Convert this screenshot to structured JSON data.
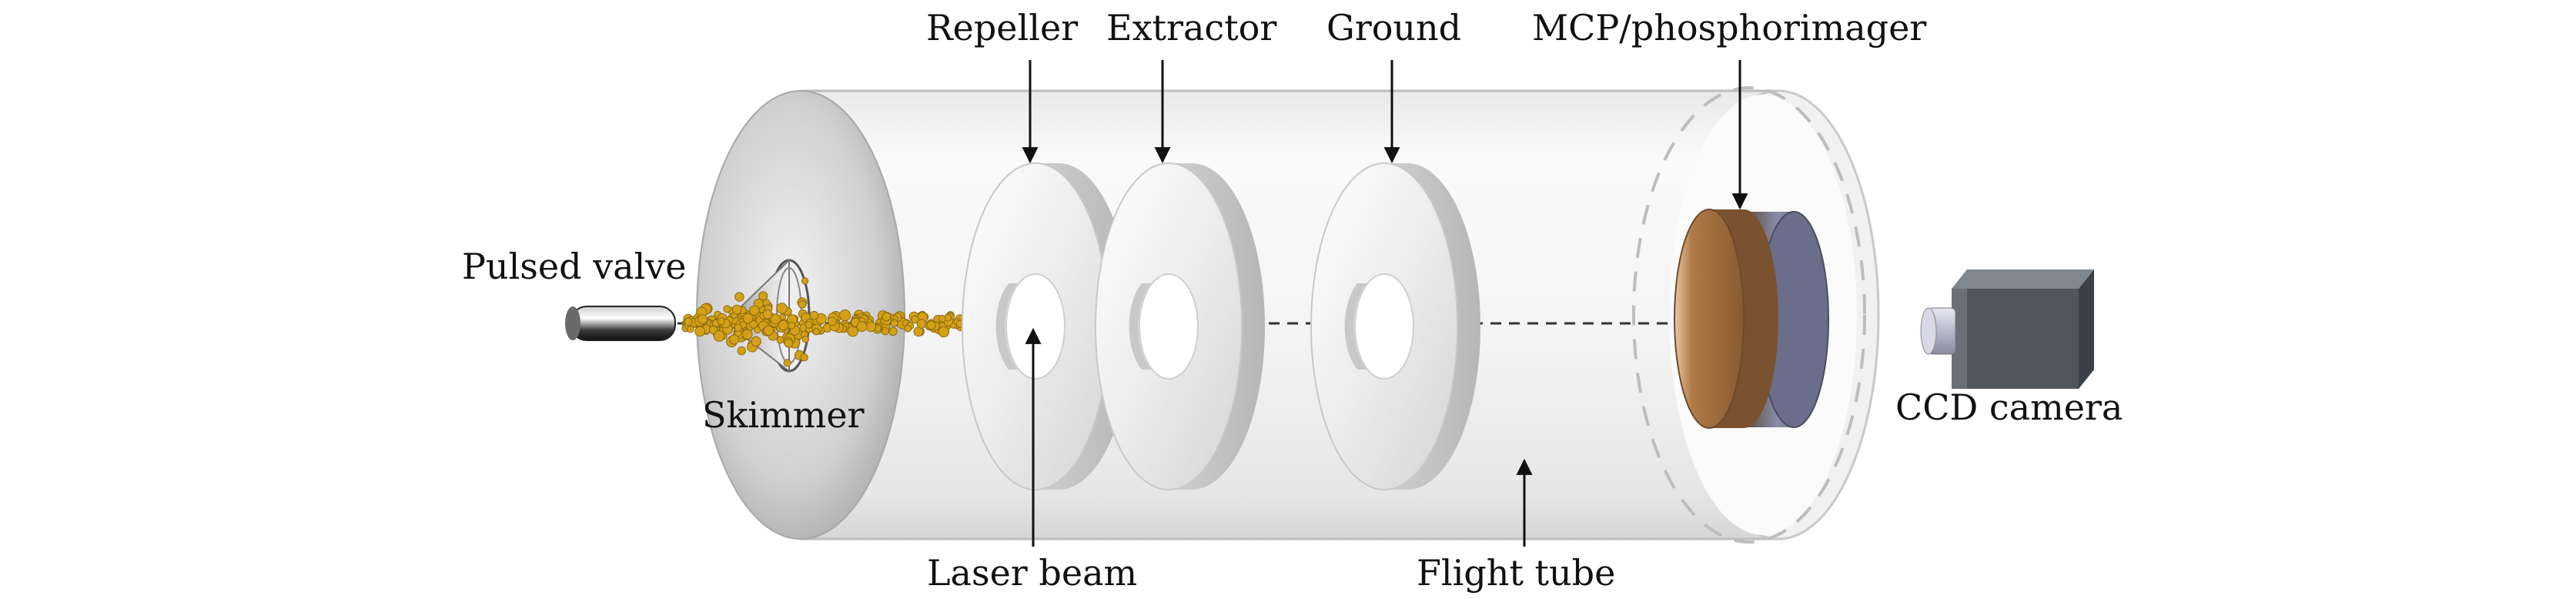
{
  "labels": {
    "pulsed_valve": "Pulsed valve",
    "skimmer": "Skimmer",
    "repeller": "Repeller",
    "extractor": "Extractor",
    "ground": "Ground",
    "mcp": "MCP/phosphorimager",
    "laser_beam": "Laser beam",
    "flight_tube": "Flight tube",
    "ccd_camera": "CCD camera"
  },
  "colors": {
    "molecules": "#d4a017",
    "mcp_face": "#9a6a3a",
    "mcp_back": "#6d6f86",
    "camera": "#4a5056"
  }
}
